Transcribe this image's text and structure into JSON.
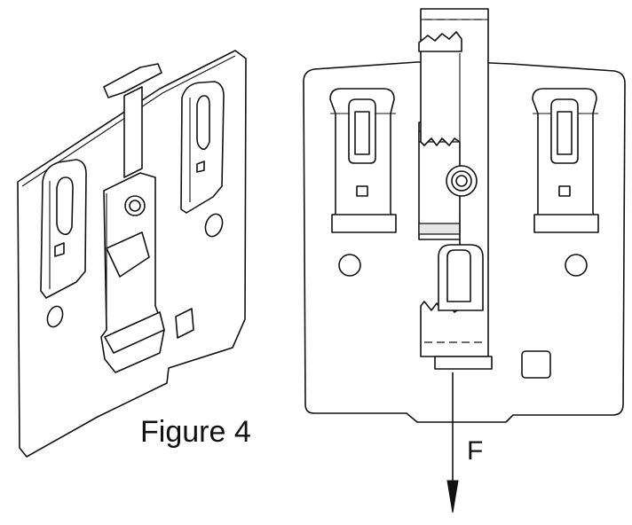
{
  "figure_label": "Figure 4",
  "force_label": "F",
  "colors": {
    "line": "#111111",
    "fill": "#ffffff",
    "shade": "#e6e6e6"
  },
  "icons": [
    "din-rail-clip-isometric-drawing",
    "din-rail-clip-front-drawing",
    "force-arrow-icon"
  ]
}
